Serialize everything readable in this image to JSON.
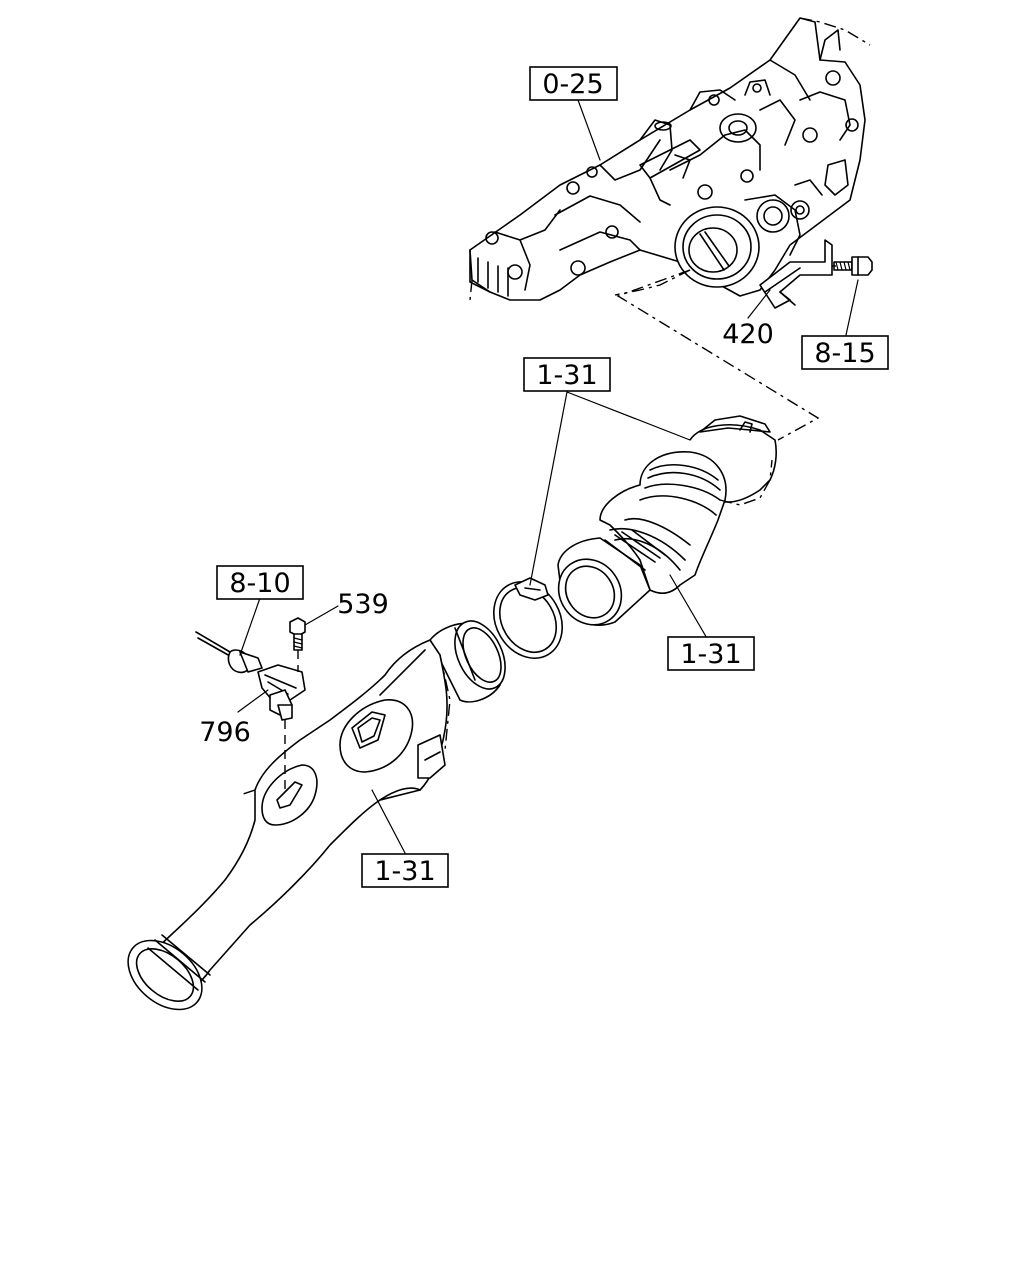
{
  "callouts": {
    "ref_0_25": "0-25",
    "ref_8_15": "8-15",
    "ref_1_31_top": "1-31",
    "ref_1_31_right": "1-31",
    "ref_1_31_bottom": "1-31",
    "ref_8_10": "8-10",
    "part_420": "420",
    "part_539": "539",
    "part_796": "796"
  },
  "colors": {
    "line": "#000000",
    "background": "#ffffff"
  }
}
